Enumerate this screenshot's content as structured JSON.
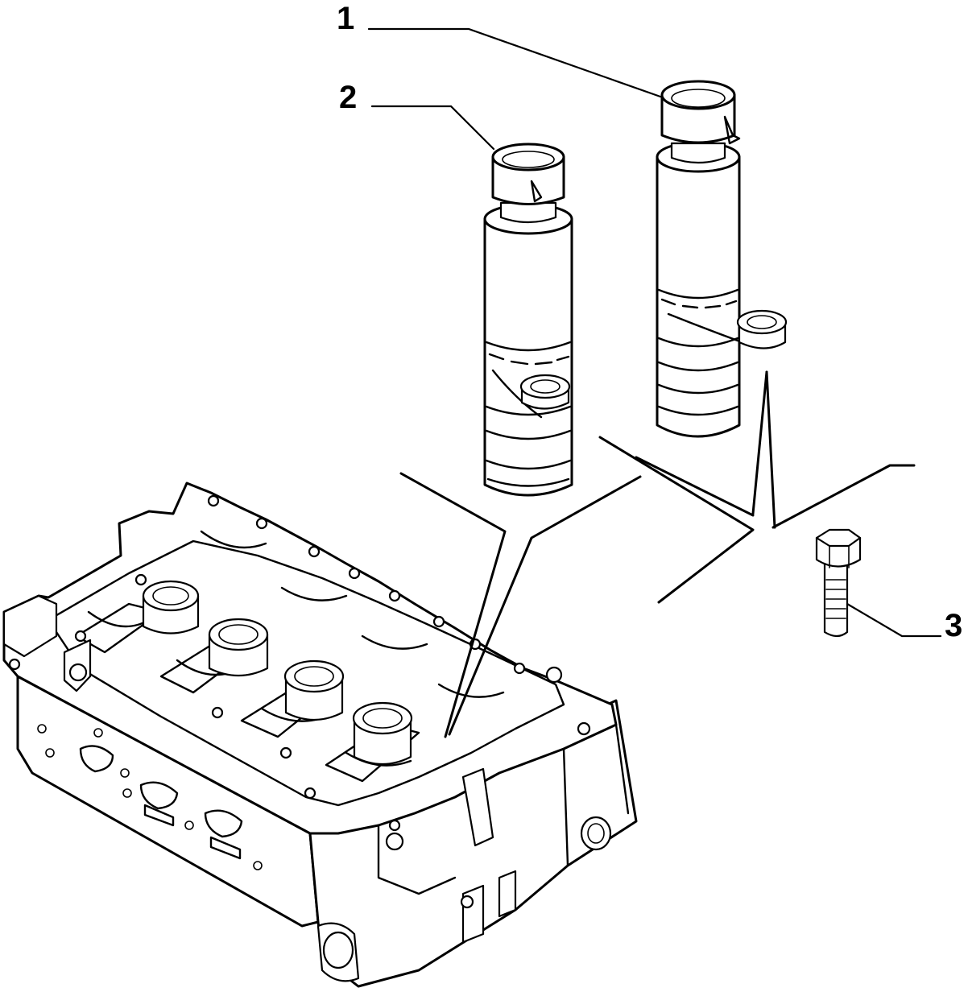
{
  "diagram": {
    "callouts": [
      {
        "number": "1",
        "part": "solenoid-valve-right"
      },
      {
        "number": "2",
        "part": "solenoid-valve-left"
      },
      {
        "number": "3",
        "part": "bolt"
      }
    ]
  }
}
